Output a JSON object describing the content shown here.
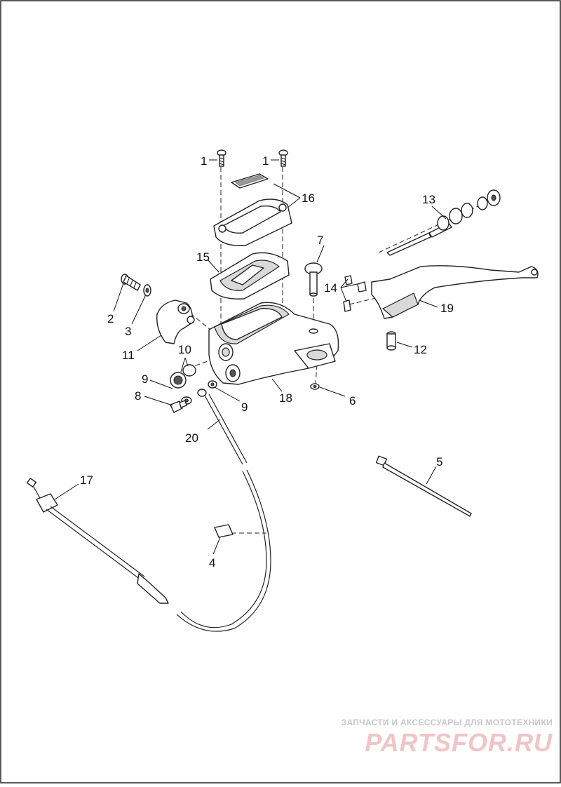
{
  "diagram": {
    "callouts": [
      {
        "id": "c1a",
        "label": "1"
      },
      {
        "id": "c1b",
        "label": "1"
      },
      {
        "id": "c2",
        "label": "2"
      },
      {
        "id": "c3",
        "label": "3"
      },
      {
        "id": "c4",
        "label": "4"
      },
      {
        "id": "c5",
        "label": "5"
      },
      {
        "id": "c6",
        "label": "6"
      },
      {
        "id": "c7",
        "label": "7"
      },
      {
        "id": "c8",
        "label": "8"
      },
      {
        "id": "c9a",
        "label": "9"
      },
      {
        "id": "c9b",
        "label": "9"
      },
      {
        "id": "c10",
        "label": "10"
      },
      {
        "id": "c11",
        "label": "11"
      },
      {
        "id": "c12",
        "label": "12"
      },
      {
        "id": "c13",
        "label": "13"
      },
      {
        "id": "c14",
        "label": "14"
      },
      {
        "id": "c15",
        "label": "15"
      },
      {
        "id": "c16",
        "label": "16"
      },
      {
        "id": "c17",
        "label": "17"
      },
      {
        "id": "c18",
        "label": "18"
      },
      {
        "id": "c19",
        "label": "19"
      },
      {
        "id": "c20",
        "label": "20"
      }
    ]
  },
  "watermark": {
    "tagline": "ЗАПЧАСТИ И АКСЕССУАРЫ ДЛЯ МОТОТЕХНИКИ",
    "logo": "PARTSFOR.RU"
  }
}
